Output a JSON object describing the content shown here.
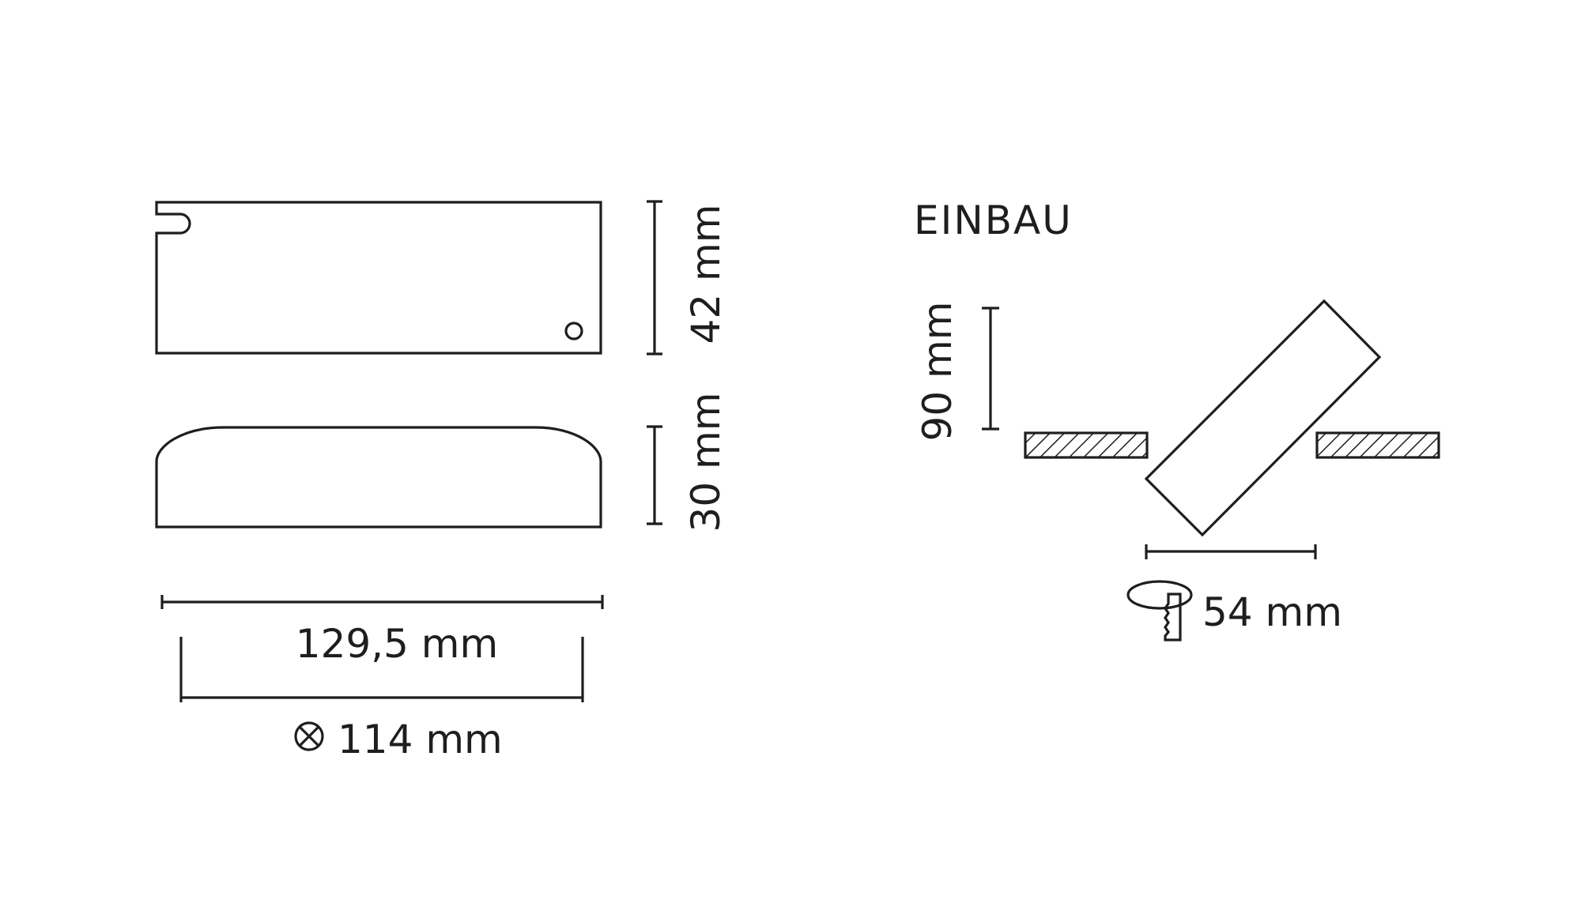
{
  "labels": {
    "height_top": "42 mm",
    "height_bottom": "30 mm",
    "length": "129,5 mm",
    "hole_spacing": "114 mm",
    "install_title": "EINBAU",
    "install_depth": "90 mm",
    "cutout": "54 mm"
  },
  "colors": {
    "line": "#1e1e1e",
    "background": "#ffffff"
  },
  "icons": {
    "hole_spacing_symbol": "circled-times-icon",
    "cutout_symbol": "hole-saw-icon"
  }
}
